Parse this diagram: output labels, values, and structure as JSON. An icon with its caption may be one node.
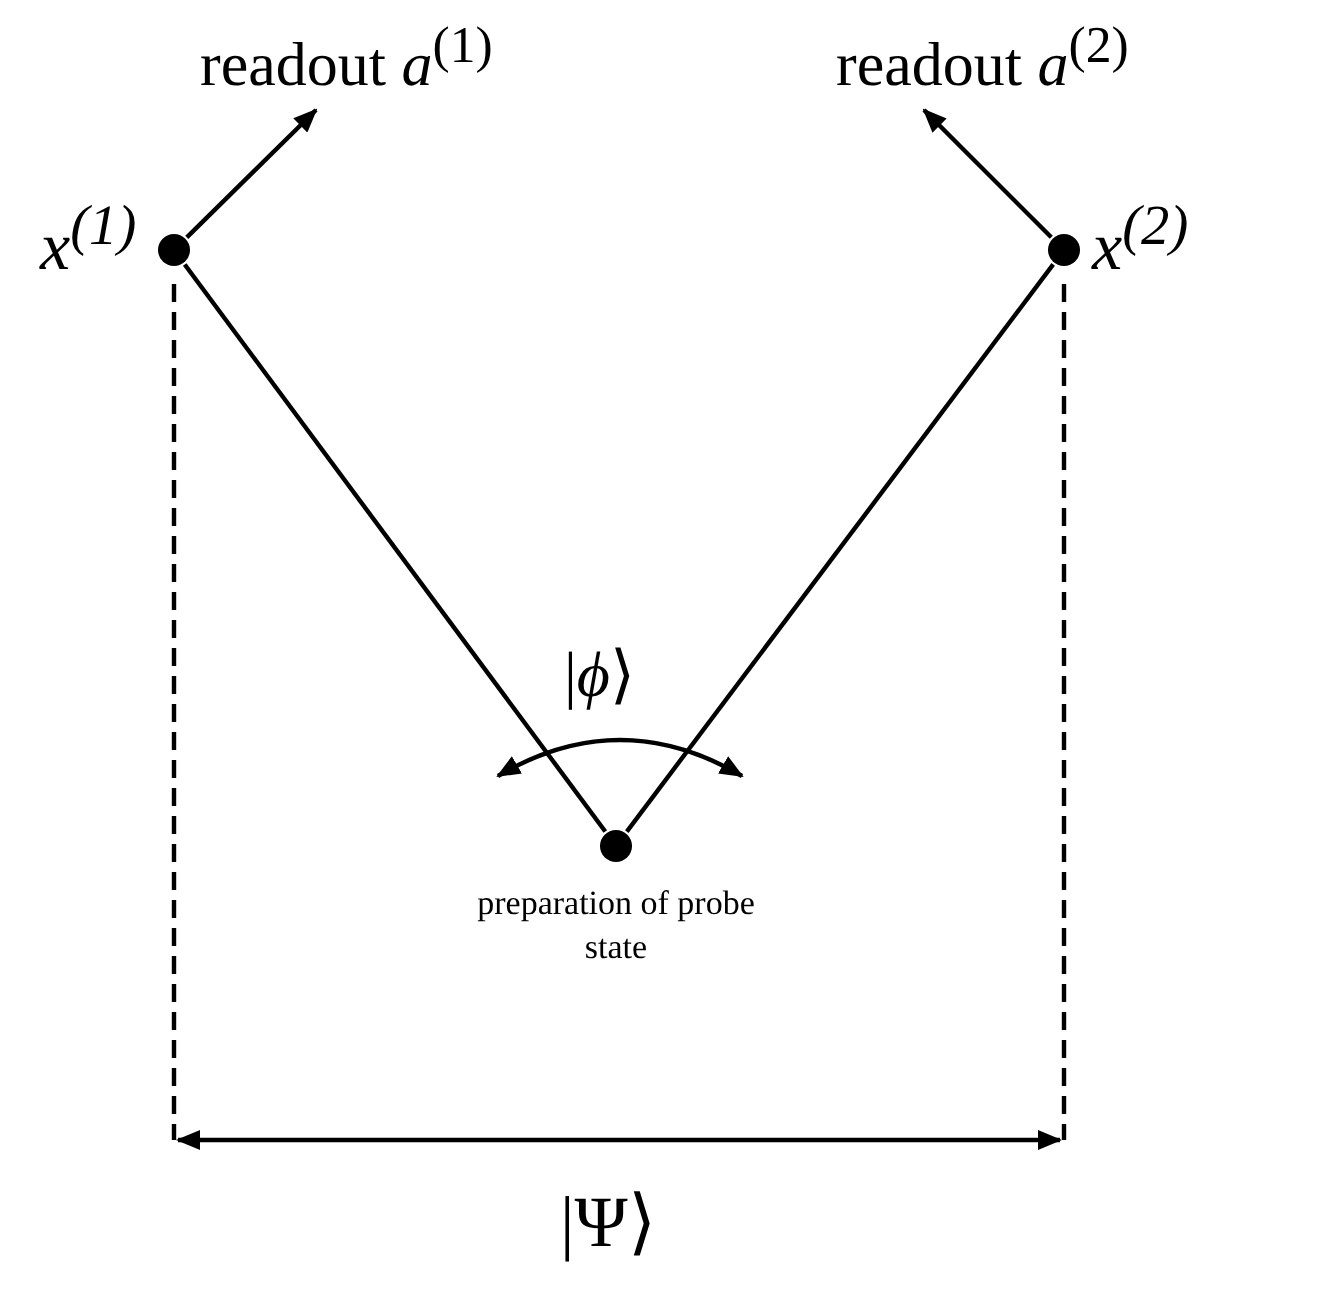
{
  "diagram": {
    "nodes": [
      {
        "text": [],
        "shape": "circle",
        "beside": [
          "x$^{(1)}$"
        ]
      },
      {
        "text": [],
        "shape": "circle",
        "beside": [
          "x$^{(2)}$"
        ]
      },
      {
        "text": [],
        "shape": "circle",
        "beside": [
          "preparation of probe state"
        ]
      },
      {
        "text": [
          "readout *a*$^{(1)}$"
        ]
      },
      {
        "text": [
          "readout *a*$^{(2)}$"
        ]
      }
    ],
    "edges": [
      {
        "from": 2,
        "to": 0,
        "arrow": "none"
      },
      {
        "from": 2,
        "to": 1,
        "arrow": "none"
      },
      {
        "from": 0,
        "to": 3,
        "arrow": "to"
      },
      {
        "from": 1,
        "to": 4,
        "arrow": "to"
      }
    ],
    "labels": [
      "|*ϕ*⟩",
      "|Ψ⟩"
    ]
  }
}
